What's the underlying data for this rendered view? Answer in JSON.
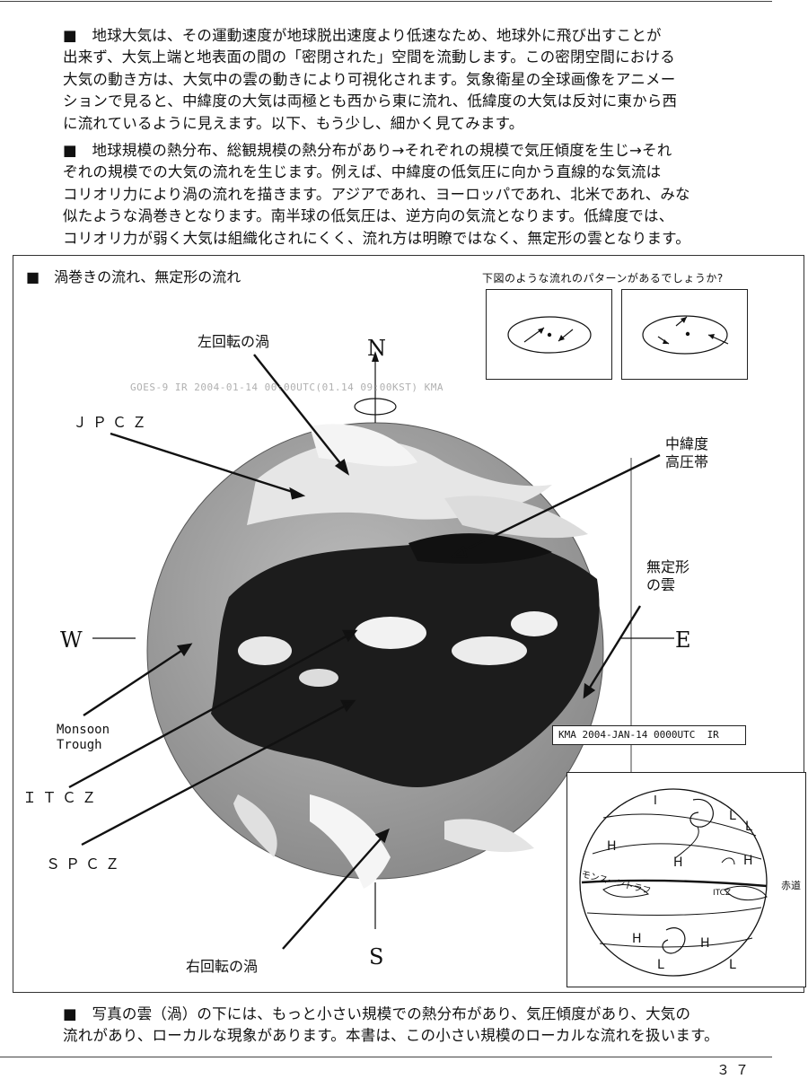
{
  "paragraphs": {
    "p1": "■　地球大気は、その運動速度が地球脱出速度より低速なため、地球外に飛び出すことが\n出来ず、大気上端と地表面の間の「密閉された」空間を流動します。この密閉空間における\n大気の動き方は、大気中の雲の動きにより可視化されます。気象衛星の全球画像をアニメー\nションで見ると、中緯度の大気は両極とも西から東に流れ、低緯度の大気は反対に東から西\nに流れているように見えます。以下、もう少し、細かく見てみます。",
    "p2": "■　地球規模の熱分布、総観規模の熱分布があり→それぞれの規模で気圧傾度を生じ→それ\nぞれの規模での大気の流れを生じます。例えば、中緯度の低気圧に向かう直線的な気流は\nコリオリ力により渦の流れを描きます。アジアであれ、ヨーロッパであれ、北米であれ、みな\n似たような渦巻きとなります。南半球の低気圧は、逆方向の気流となります。低緯度では、\nコリオリ力が弱く大気は組織化されにくく、流れ方は明瞭ではなく、無定形の雲となります。",
    "p3": "■　写真の雲（渦）の下には、もっと小さい規模での熱分布があり、気圧傾度があり、大気の\n流れがあり、ローカルな現象があります。本書は、この小さい規模のローカルな流れを扱います。"
  },
  "figure": {
    "title": "■　渦巻きの流れ、無定形の流れ",
    "question": "下図のような流れのパターンがあるでしょうか?",
    "satellite_header": "GOES-9 IR 2004-01-14 00:00UTC(01.14 09:00KST) KMA",
    "satellite_footer": "KMA 2004-JAN-14 0000UTC  IR",
    "compass": {
      "n": "N",
      "s": "S",
      "w": "W",
      "e": "E"
    },
    "labels": {
      "ccw_vortex": "左回転の渦",
      "cw_vortex": "右回転の渦",
      "jpcz": "ＪＰＣＺ",
      "high_belt": "中緯度\n高圧帯",
      "amorphous": "無定形\nの雲",
      "monsoon": "Monsoon\nTrough",
      "itcz": "ＩＴＣＺ",
      "spcz": "ＳＰＣＺ"
    },
    "inset": {
      "l_top1": "L",
      "l_top2": "L",
      "h1": "H",
      "h2": "H",
      "h3": "H",
      "h4": "H",
      "h5": "H",
      "l_bot1": "L",
      "l_bot2": "L",
      "i_mark": "I",
      "monsoon_kata": "モンスーントラフ",
      "itcz_small": "ITCZ",
      "equator": "赤道"
    }
  },
  "page_number": "３７"
}
